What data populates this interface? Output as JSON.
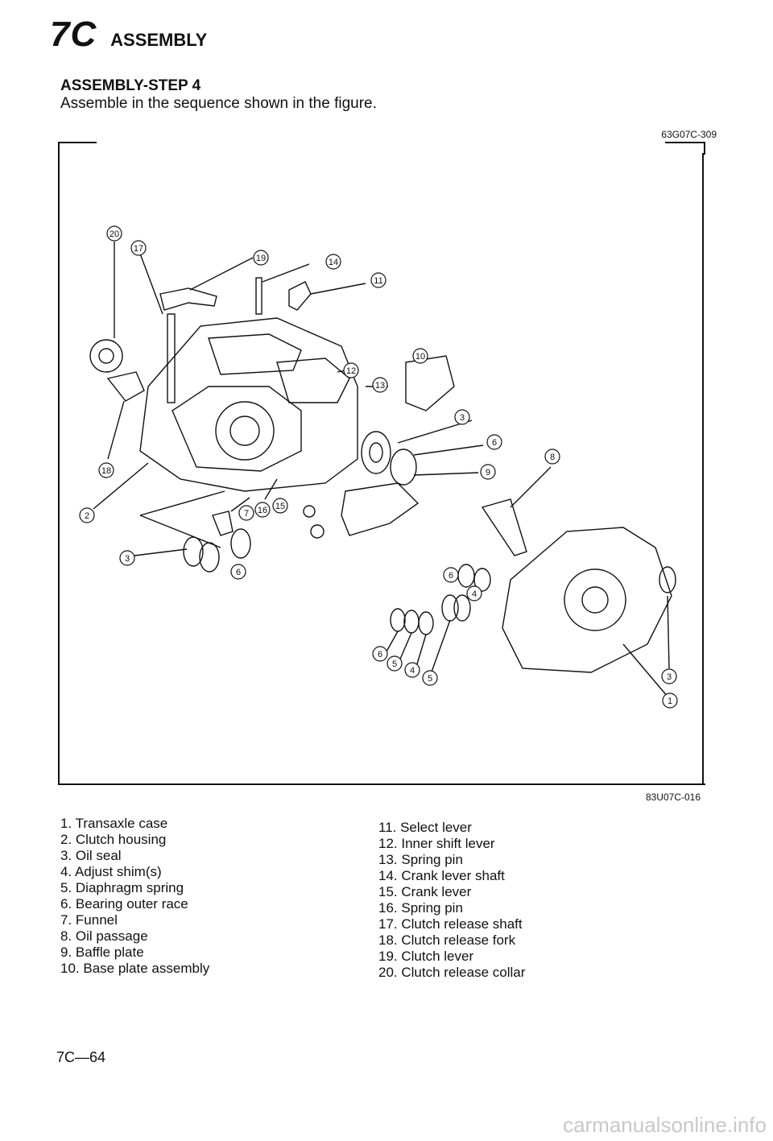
{
  "header": {
    "section_code": "7C",
    "section_name": "ASSEMBLY"
  },
  "step_title": "ASSEMBLY-STEP 4",
  "instruction": "Assemble in the sequence shown in the figure.",
  "figure": {
    "ref_top": "63G07C-309",
    "ref_bottom": "83U07C-016"
  },
  "callout_numbers": [
    "20",
    "17",
    "19",
    "14",
    "11",
    "10",
    "12",
    "13",
    "3",
    "6",
    "8",
    "9",
    "18",
    "2",
    "7",
    "16",
    "15",
    "3",
    "6",
    "6",
    "4",
    "6",
    "5",
    "4",
    "5",
    "3",
    "1"
  ],
  "parts_left": [
    "1. Transaxle case",
    "2. Clutch housing",
    "3. Oil seal",
    "4. Adjust shim(s)",
    "5. Diaphragm spring",
    "6. Bearing outer race",
    "7. Funnel",
    "8. Oil passage",
    "9. Baffle plate",
    "10. Base plate assembly"
  ],
  "parts_right": [
    "11. Select lever",
    "12. Inner shift lever",
    "13. Spring pin",
    "14. Crank lever shaft",
    "15. Crank lever",
    "16. Spring pin",
    "17. Clutch release shaft",
    "18. Clutch release fork",
    "19. Clutch lever",
    "20. Clutch release collar"
  ],
  "page_number": "7C—64",
  "watermark": "carmanualsonline.info"
}
